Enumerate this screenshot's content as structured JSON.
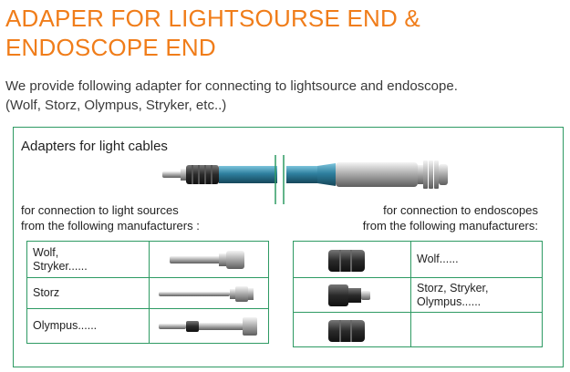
{
  "title": {
    "line1": "ADAPER FOR LIGHTSOURSE END &",
    "line2": "ENDOSCOPE END"
  },
  "intro": {
    "line1": "We provide following adapter for connecting to lightsource and endoscope.",
    "line2": "(Wolf, Storz, Olympus, Stryker, etc..)"
  },
  "box": {
    "heading": "Adapters for light cables",
    "left_caption": {
      "line1": "for connection to light sources",
      "line2": "from the following manufacturers :"
    },
    "right_caption": {
      "line1": "for connection to endoscopes",
      "line2": "from the following manufacturers:"
    },
    "light_source_rows": [
      {
        "line1": "Wolf,",
        "line2": "Stryker......"
      },
      {
        "line1": "Storz",
        "line2": ""
      },
      {
        "line1": "Olympus......",
        "line2": ""
      }
    ],
    "endoscope_rows": [
      {
        "line1": "Wolf......",
        "line2": ""
      },
      {
        "line1": "Storz, Stryker,",
        "line2": "Olympus......"
      },
      {
        "line1": "",
        "line2": ""
      }
    ]
  },
  "colors": {
    "title": "#f07d1a",
    "border": "#2e9a63",
    "cable": "#2e7f9e"
  }
}
